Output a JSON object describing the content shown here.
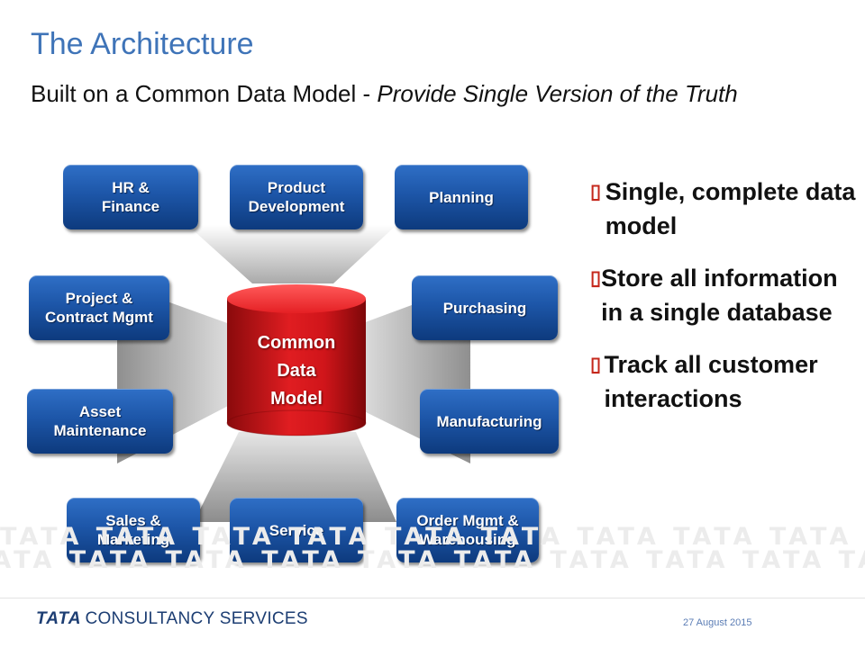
{
  "title": "The Architecture",
  "subtitle": {
    "plain": "Built on a Common Data Model - ",
    "italic": "Provide Single Version of the Truth"
  },
  "diagram": {
    "center": "Common\nData\nModel",
    "modules": [
      "HR &\nFinance",
      "Product\nDevelopment",
      "Planning",
      "Project &\nContract Mgmt",
      "Purchasing",
      "Asset\nMaintenance",
      "Manufacturing",
      "Sales &\nMarketing",
      "Service",
      "Order Mgmt &\nWarehousing"
    ]
  },
  "bullets": [
    "Single, complete data model",
    "Store all information in a single database",
    "Track all customer interactions"
  ],
  "watermark": "TATA TATA TATA TATA TATA TATA TATA TATA TATA TATA TATA TATA TATA TATA TATA TATA TATA TATA TATA TATA TATA TATA",
  "footer": {
    "logo_brand": "TATA",
    "logo_text": "CONSULTANCY SERVICES",
    "date": "27 August 2015"
  },
  "colors": {
    "title": "#3f74b8",
    "module_box": "#1d56a8",
    "database": "#d0151a",
    "bullet_mark": "#c5281c"
  }
}
